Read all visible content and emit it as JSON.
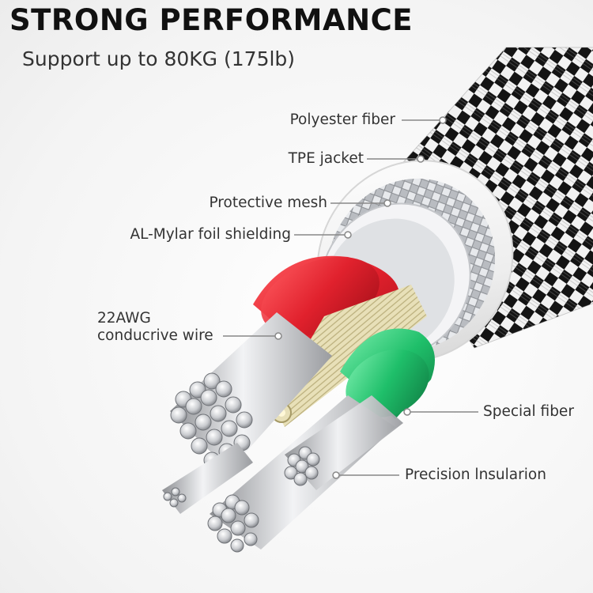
{
  "header": {
    "title": "STRONG PERFORMANCE",
    "subtitle": "Support up to 80KG (175lb)"
  },
  "callouts": {
    "polyester_fiber": "Polyester fiber",
    "tpe_jacket": "TPE jacket",
    "protective_mesh": "Protective mesh",
    "al_mylar_foil_shielding": "AL-Mylar foil shielding",
    "conductive_wire_line1": "22AWG",
    "conductive_wire_line2": "conducrive wire",
    "special_fiber": "Special fiber",
    "precision_insulation": "Precision lnsularion"
  },
  "colors": {
    "red_insulation": "#e0202c",
    "green_insulation": "#1fbf6a",
    "jacket_white": "#f7f7f7",
    "braid_dark": "#1a1a1a"
  }
}
